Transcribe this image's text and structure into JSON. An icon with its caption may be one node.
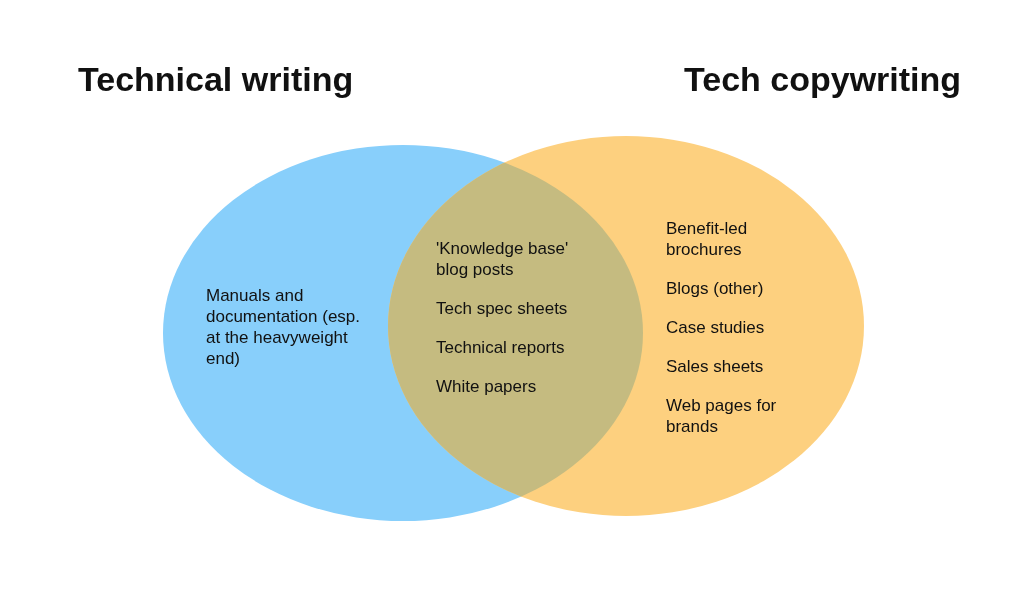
{
  "diagram": {
    "nodes": [
      {
        "text": [
          "Technical writing",
          "Manuals and documentation (esp. at the heavyweight end)"
        ]
      },
      {
        "text": [
          "Tech copywriting",
          "Benefit-led brochures",
          "Blogs (other)",
          "Case studies",
          "Sales sheets",
          "Web pages for brands"
        ]
      }
    ],
    "labels": [
      "'Knowledge base' blog posts",
      "Tech spec sheets",
      "Technical reports",
      "White papers"
    ]
  }
}
